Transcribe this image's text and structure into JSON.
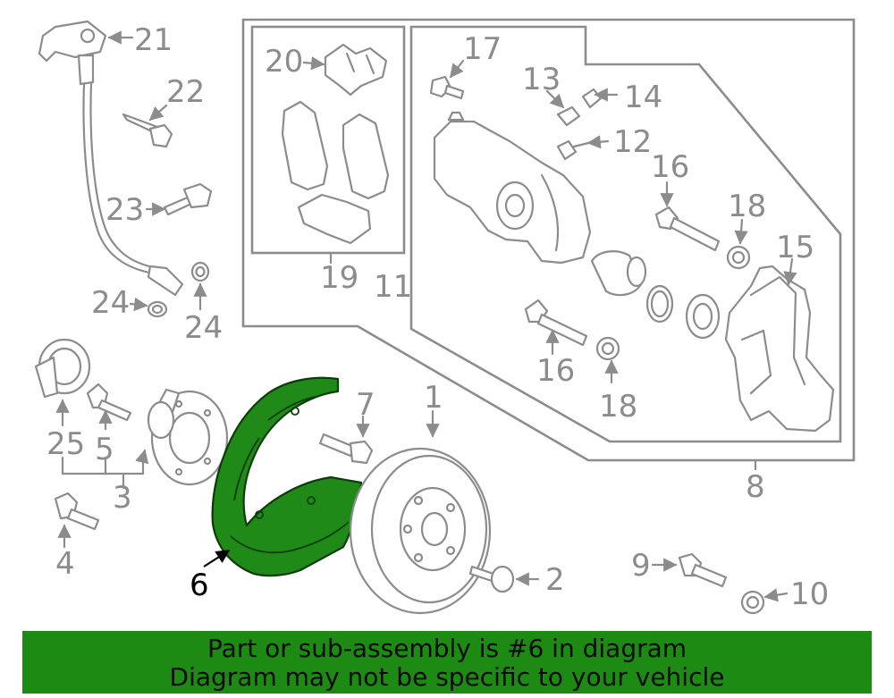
{
  "callouts": {
    "c1": "1",
    "c2": "2",
    "c3": "3",
    "c4": "4",
    "c5": "5",
    "c6": "6",
    "c7": "7",
    "c8": "8",
    "c9": "9",
    "c10": "10",
    "c11": "11",
    "c12": "12",
    "c13": "13",
    "c14": "14",
    "c15": "15",
    "c16a": "16",
    "c16b": "16",
    "c17": "17",
    "c18a": "18",
    "c18b": "18",
    "c19": "19",
    "c20": "20",
    "c21": "21",
    "c22": "22",
    "c23": "23",
    "c24a": "24",
    "c24b": "24",
    "c25": "25"
  },
  "highlighted_part": "6",
  "colors": {
    "highlight": "#1f8a17",
    "banner": "#1d8a13",
    "line_art": "#8c8c8c"
  },
  "banner": {
    "line1": "Part or sub-assembly is #6 in diagram",
    "line2": "Diagram may not be specific to your vehicle"
  }
}
